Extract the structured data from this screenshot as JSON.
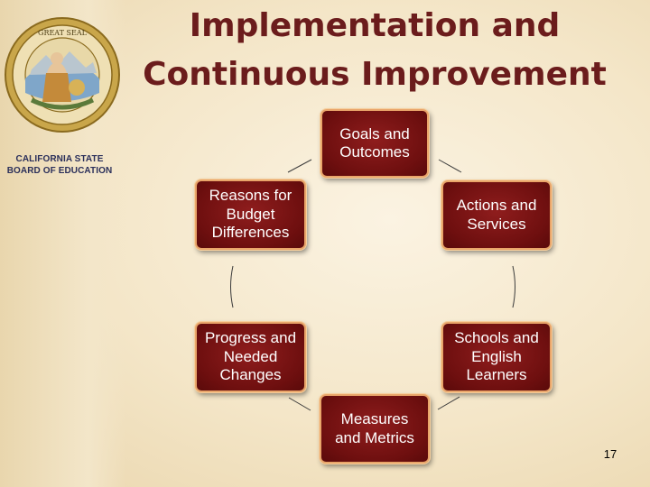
{
  "slide": {
    "title_line1": "Implementation and",
    "title_line2": "Continuous Improvement",
    "page_number": "17"
  },
  "org": {
    "line1": "CALIFORNIA STATE",
    "line2": "BOARD OF EDUCATION"
  },
  "cycle": {
    "goals": "Goals and Outcomes",
    "actions": "Actions and Services",
    "schools": "Schools and English Learners",
    "measures": "Measures and Metrics",
    "progress": "Progress and Needed Changes",
    "reasons": "Reasons for Budget Differences"
  },
  "colors": {
    "title": "#6b1c1c",
    "node_fill": "#7a1414",
    "node_border": "#e9a56a",
    "background": "#f4e6c8"
  }
}
